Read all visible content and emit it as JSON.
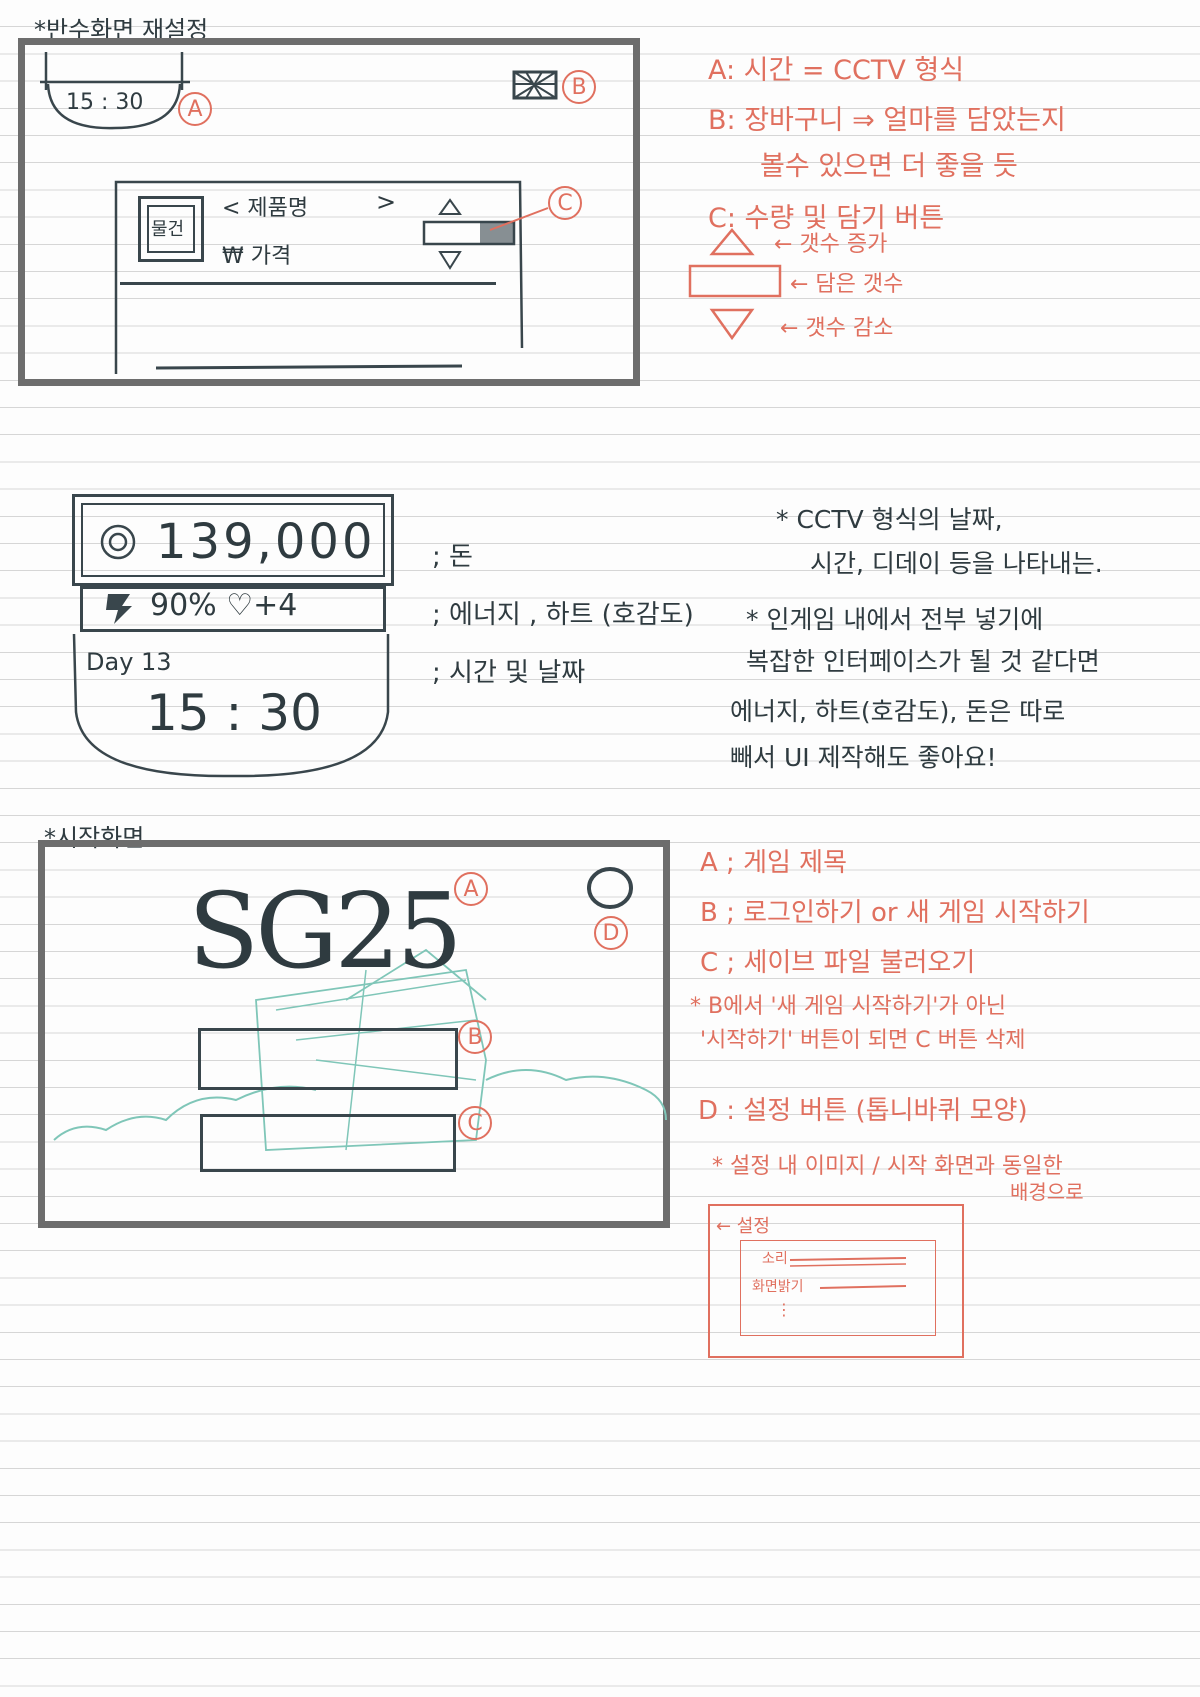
{
  "sections": {
    "shop": {
      "heading": "*반수화면 재설정",
      "clock_time": "15 : 30",
      "item_image_label": "물건",
      "product_name": "< 제품명",
      "next_arrow": ">",
      "price": "₩ 가격",
      "tags": {
        "a": "A",
        "b": "B",
        "c": "C"
      },
      "notes": {
        "a": "A: 시간 = CCTV 형식",
        "b1": "B: 장바구니 ⇒ 얼마를 담았는지",
        "b2": "볼수 있으면 더 좋을 듯",
        "c": "C: 수량 및 담기 버튼",
        "increase": "← 갯수 증가",
        "count": "← 담은 갯수",
        "decrease": "← 갯수 감소"
      }
    },
    "hud": {
      "money": "139,000",
      "energy_line": "90%  ♡+4",
      "day": "Day 13",
      "time": "15 : 30",
      "legend": {
        "money": "; 돈",
        "energy": "; 에너지 , 하트 (호감도)",
        "time": "; 시간 및 날짜"
      },
      "notes": [
        "* CCTV 형식의 날짜,",
        "시간, 디데이 등을 나타내는.",
        "* 인게임 내에서 전부 넣기에",
        "복잡한 인터페이스가 될 것 같다면",
        "에너지, 하트(호감도), 돈은 따로",
        "빼서 UI 제작해도 좋아요!"
      ]
    },
    "start": {
      "heading": "*시작화면",
      "game_title": "SG25",
      "tags": {
        "a": "A",
        "b": "B",
        "c": "C",
        "d": "D"
      },
      "notes": {
        "a": "A ; 게임 제목",
        "b": "B ; 로그인하기 or 새 게임 시작하기",
        "c": "C ; 세이브 파일 불러오기",
        "star1": "* B에서 '새 게임 시작하기'가 아닌",
        "star2": "'시작하기' 버튼이 되면 C 버튼 삭제",
        "d": "D : 설정 버튼 (톱니바퀴 모양)",
        "star3": "* 설정 내 이미지 / 시작 화면과 동일한",
        "star3b": "배경으로"
      },
      "settings_sketch": {
        "back_title": "← 설정",
        "rows": [
          "소리",
          "화면밝기",
          "⋮"
        ]
      }
    }
  },
  "colors": {
    "ink": "#2f3b40",
    "accent": "#e0705f",
    "frame": "#6d6d6d",
    "teal": "#7fc6b8"
  }
}
